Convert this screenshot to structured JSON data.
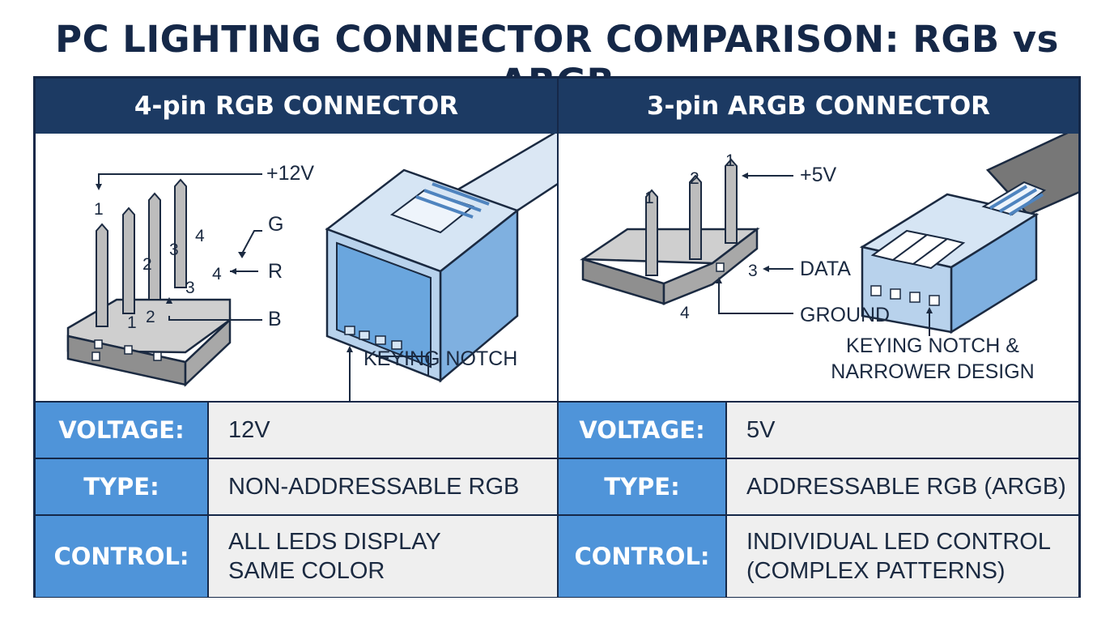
{
  "title": "PC LIGHTING CONNECTOR COMPARISON: RGB vs ARGB",
  "colors": {
    "navy": "#1c3a63",
    "label_blue": "#4f94d9",
    "value_gray": "#efefef",
    "connector_blue": "#6aa6de"
  },
  "left": {
    "header": "4-pin RGB CONNECTOR",
    "pin_labels": {
      "v12": "+12V",
      "g": "G",
      "r": "R",
      "b": "B"
    },
    "pin_numbers_top": [
      "1",
      "2",
      "3",
      "4"
    ],
    "pin_numbers_side": [
      "1",
      "2",
      "3",
      "4"
    ],
    "callout": "KEYING NOTCH",
    "specs": [
      {
        "label": "VOLTAGE:",
        "value": "12V"
      },
      {
        "label": "TYPE:",
        "value": "NON-ADDRESSABLE RGB"
      },
      {
        "label": "CONTROL:",
        "value": "ALL LEDS DISPLAY\nSAME COLOR"
      }
    ]
  },
  "right": {
    "header": "3-pin ARGB CONNECTOR",
    "pin_labels": {
      "v5": "+5V",
      "data": "DATA",
      "ground": "GROUND"
    },
    "pin_numbers_top": [
      "1",
      "2",
      "1"
    ],
    "pin_numbers_side": [
      "3",
      "4"
    ],
    "callout_line1": "KEYING NOTCH &",
    "callout_line2": "NARROWER DESIGN",
    "specs": [
      {
        "label": "VOLTAGE:",
        "value": "5V"
      },
      {
        "label": "TYPE:",
        "value": "ADDRESSABLE RGB (ARGB)"
      },
      {
        "label": "CONTROL:",
        "value": "INDIVIDUAL LED CONTROL\n(COMPLEX PATTERNS)"
      }
    ]
  }
}
